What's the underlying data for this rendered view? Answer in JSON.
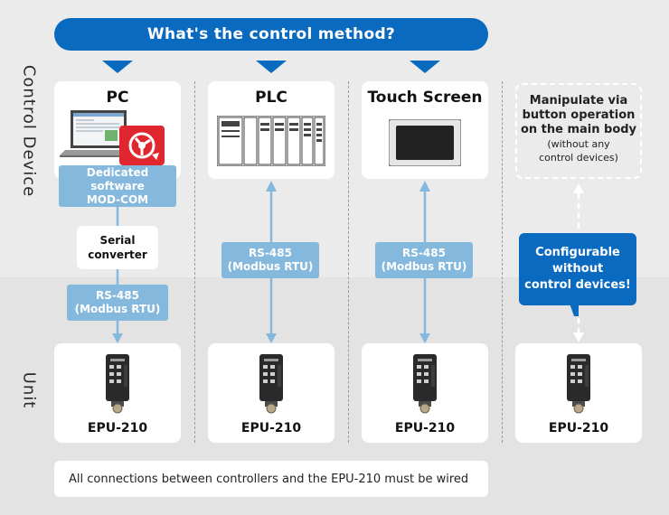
{
  "title": "What's the control method?",
  "sections": {
    "control_device": "Control Device",
    "unit": "Unit"
  },
  "columns": [
    {
      "id": "pc",
      "title": "PC",
      "software_line1": "Dedicated software",
      "software_line2": "MOD-COM",
      "converter_line1": "Serial",
      "converter_line2": "converter",
      "protocol_line1": "RS-485",
      "protocol_line2": "(Modbus RTU)",
      "unit": "EPU-210"
    },
    {
      "id": "plc",
      "title": "PLC",
      "protocol_line1": "RS-485",
      "protocol_line2": "(Modbus RTU)",
      "unit": "EPU-210"
    },
    {
      "id": "touch",
      "title": "Touch Screen",
      "protocol_line1": "RS-485",
      "protocol_line2": "(Modbus RTU)",
      "unit": "EPU-210"
    },
    {
      "id": "manual",
      "line1": "Manipulate via",
      "line2": "button operation",
      "line3": "on the main body",
      "line4": "(without any",
      "line5": "control devices)",
      "badge_line1": "Configurable",
      "badge_line2": "without",
      "badge_line3": "control devices!",
      "unit": "EPU-210"
    }
  ],
  "footer": "All connections between controllers and the EPU-210 must be wired",
  "colors": {
    "primary_blue": "#0a6ac0",
    "label_blue": "#84b8dd",
    "arrow_blue": "#84b8dd",
    "software_red": "#e0262f"
  }
}
